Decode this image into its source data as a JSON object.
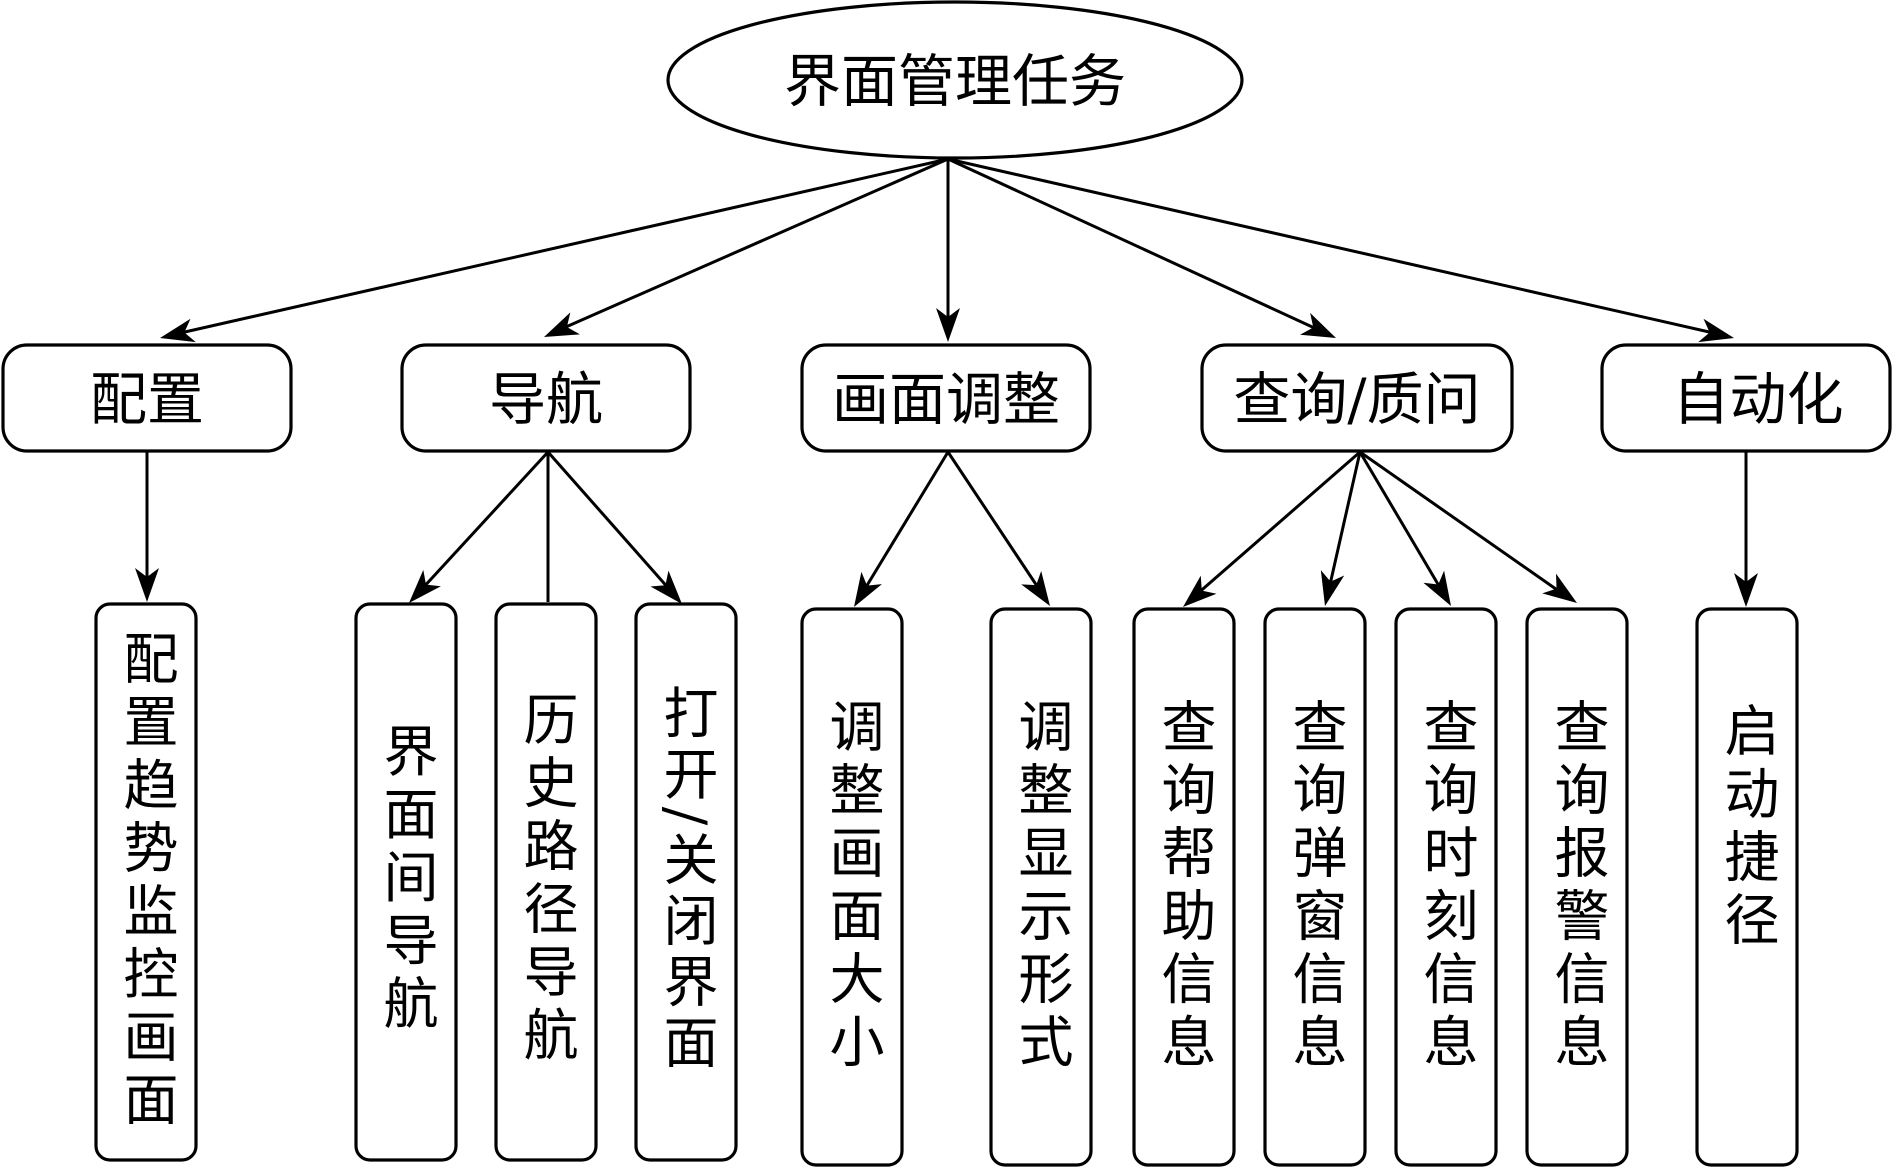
{
  "root": {
    "label": "界面管理任务"
  },
  "groups": [
    {
      "label": "配置",
      "children": [
        "配置趋势监控画面"
      ]
    },
    {
      "label": "导航",
      "children": [
        "界面间导航",
        "历史路径导航",
        "打开/关闭界面"
      ]
    },
    {
      "label": "画面调整",
      "children": [
        "调整画面大小",
        "调整显示形式"
      ]
    },
    {
      "label": "查询/质问",
      "children": [
        "查询帮助信息",
        "查询弹窗信息",
        "查询时刻信息",
        "查询报警信息"
      ]
    },
    {
      "label": "自动化",
      "children": [
        "启动捷径"
      ]
    }
  ]
}
